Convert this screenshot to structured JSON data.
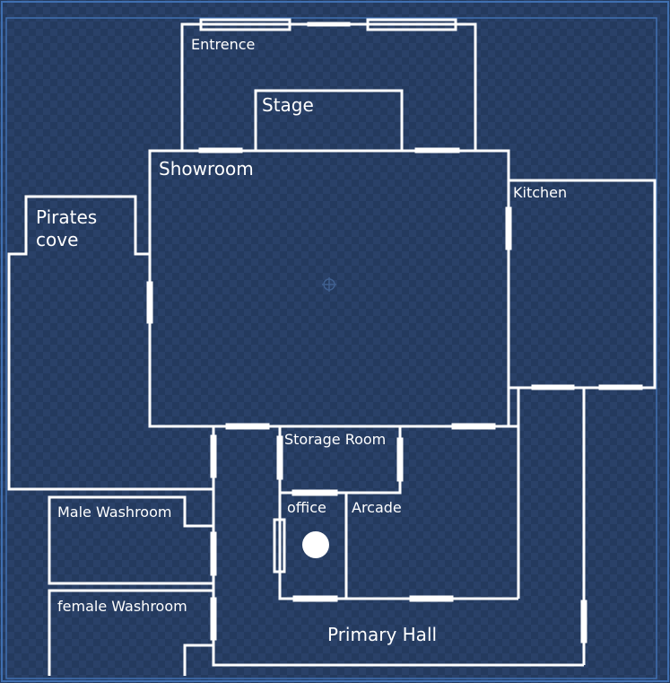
{
  "map": {
    "rooms": {
      "entrance": "Entrence",
      "stage": "Stage",
      "showroom": "Showroom",
      "pirates_cove": "Pirates\ncove",
      "kitchen": "Kitchen",
      "storage_room": "Storage Room",
      "office": "office",
      "arcade": "Arcade",
      "male_washroom": "Male Washroom",
      "female_washroom": "female Washroom",
      "primary_hall": "Primary Hall"
    },
    "icons": [
      "crosshair-icon",
      "player-dot-icon"
    ],
    "colors": {
      "background": "#243a5e",
      "checker": "#2a4168",
      "wall": "#ffffff",
      "border": "#3f6fb0"
    }
  }
}
